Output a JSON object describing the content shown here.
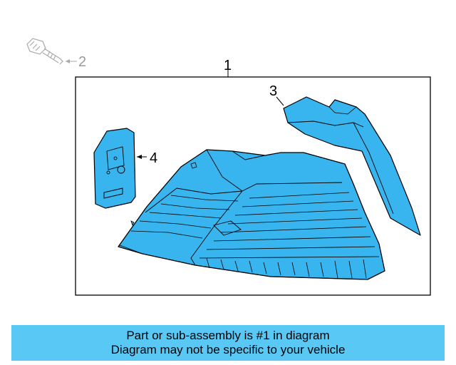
{
  "callouts": {
    "assembly": "1",
    "bolt": "2",
    "gasket": "3",
    "cover": "4"
  },
  "banner": {
    "line1": "Part or sub-assembly is #1 in diagram",
    "line2": "Diagram may not be specific to your vehicle"
  },
  "colors": {
    "part_fill": "#38b4ee",
    "banner": "#5ac8f5",
    "outline": "#000000"
  },
  "icons": [
    "bolt-icon"
  ]
}
